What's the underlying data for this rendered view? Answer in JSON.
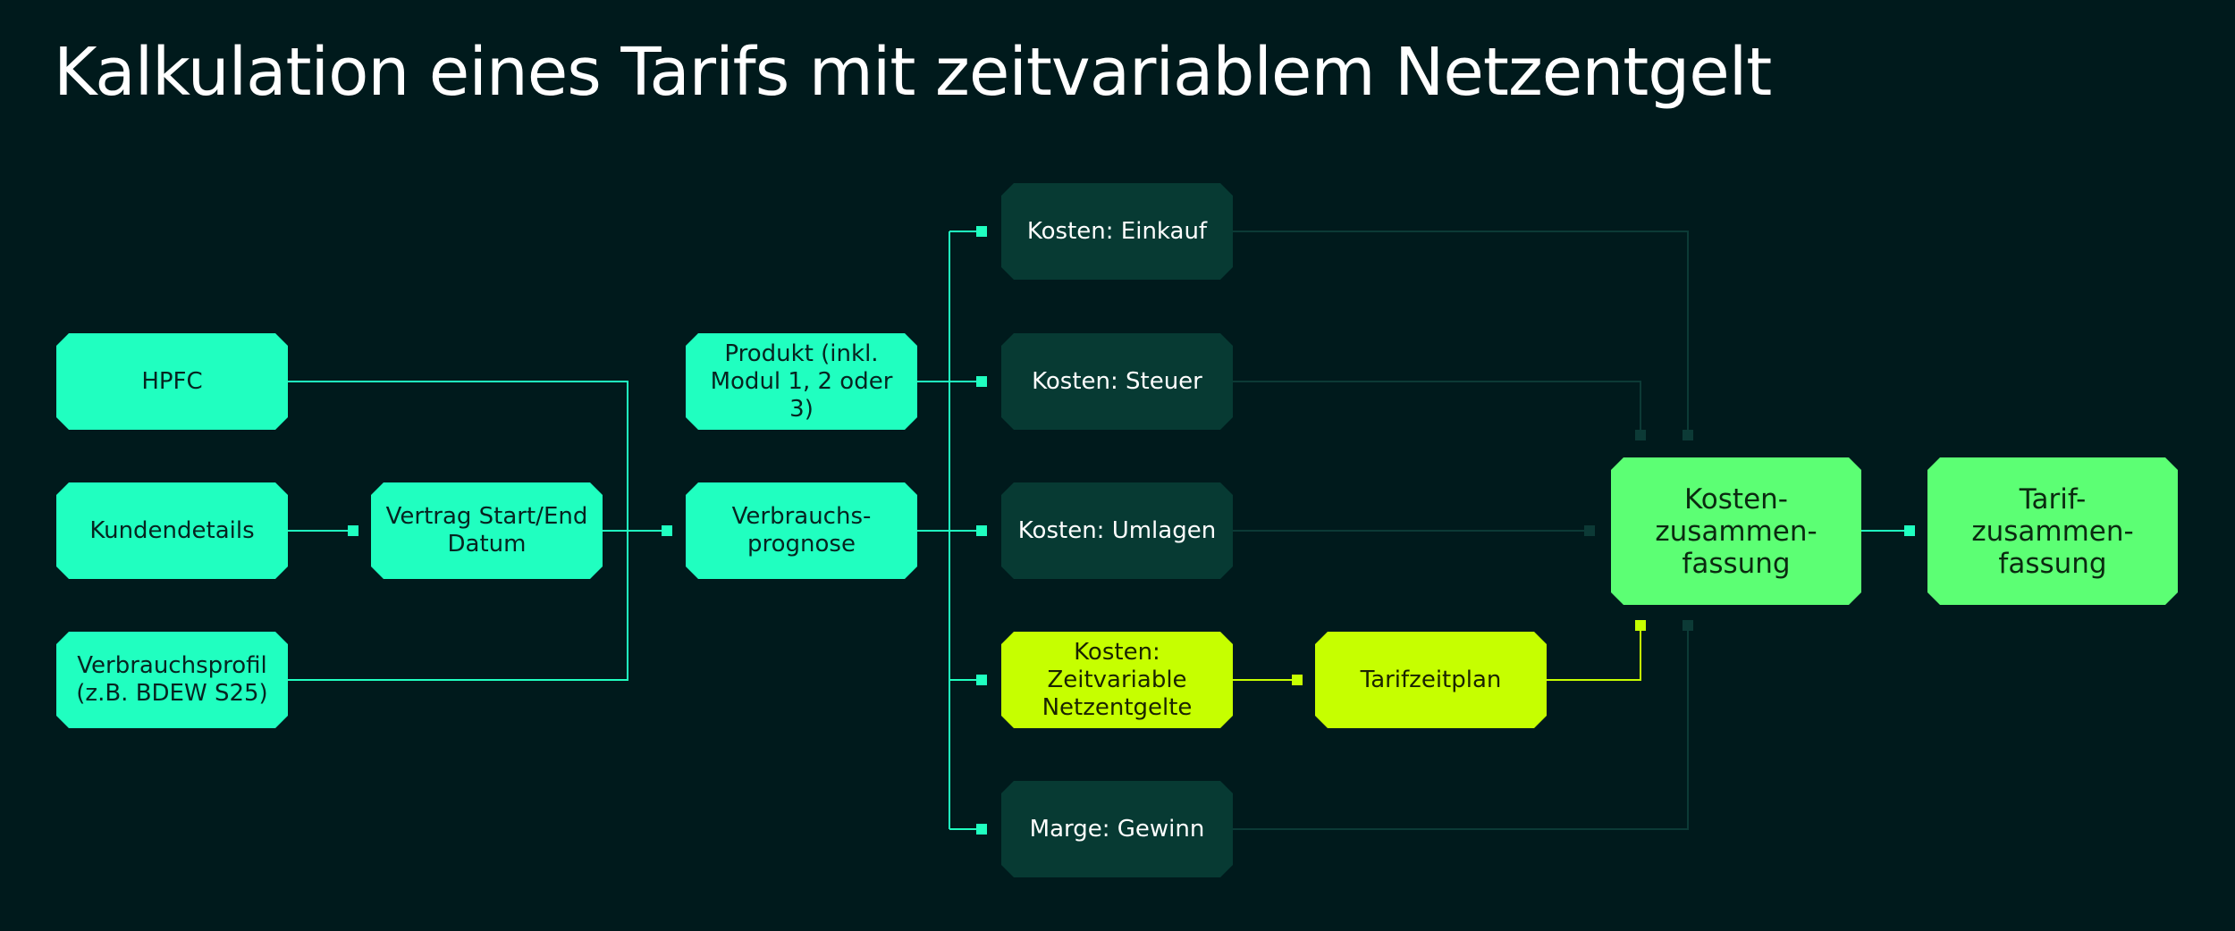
{
  "title": "Kalkulation eines Tarifs mit zeitvariablem Netzentgelt",
  "colors": {
    "background": "#001a1c",
    "teal": "#20ffc0",
    "dark": "#073a33",
    "lime": "#c6ff00",
    "green": "#5cff74",
    "connector_dark": "#0c3a36"
  },
  "nodes": {
    "hpfc": "HPFC",
    "kundendetails": "Kundendetails",
    "verbrauchsprofil": "Verbrauchsprofil\n(z.B. BDEW S25)",
    "vertrag": "Vertrag Start/End\nDatum",
    "produkt": "Produkt (inkl.\nModul 1, 2 oder 3)",
    "verbrauchsprognose": "Verbrauchs-\nprognose",
    "kosten_einkauf": "Kosten: Einkauf",
    "kosten_steuer": "Kosten: Steuer",
    "kosten_umlagen": "Kosten: Umlagen",
    "kosten_netzentgelte": "Kosten:\nZeitvariable\nNetzentgelte",
    "marge_gewinn": "Marge: Gewinn",
    "tarifzeitplan": "Tarifzeitplan",
    "kostenzusammenfassung": "Kosten-\nzusammen-\nfassung",
    "tarifzusammenfassung": "Tarif-\nzusammen-\nfassung"
  }
}
